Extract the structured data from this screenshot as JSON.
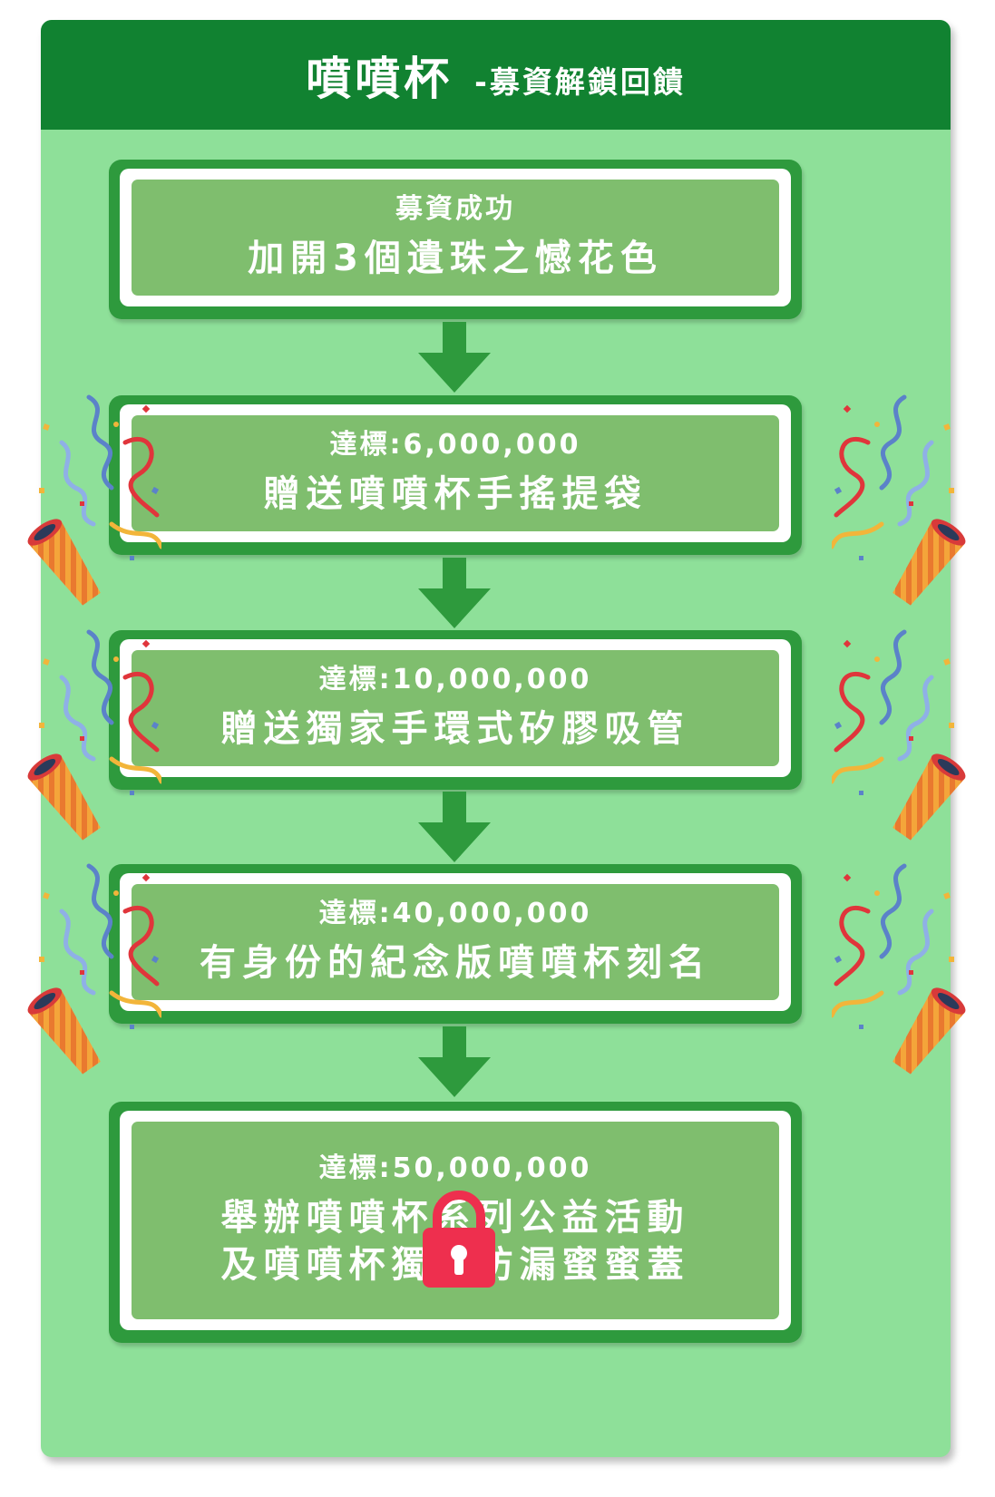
{
  "header": {
    "title": "噴噴杯",
    "subtitle": "-募資解鎖回饋"
  },
  "stages": [
    {
      "label": "募資成功",
      "reward": "加開3個遺珠之憾花色",
      "locked": false,
      "celebrated": false
    },
    {
      "label": "達標:6,000,000",
      "reward": "贈送噴噴杯手搖提袋",
      "locked": false,
      "celebrated": true
    },
    {
      "label": "達標:10,000,000",
      "reward": "贈送獨家手環式矽膠吸管",
      "locked": false,
      "celebrated": true
    },
    {
      "label": "達標:40,000,000",
      "reward": "有身份的紀念版噴噴杯刻名",
      "locked": false,
      "celebrated": true
    },
    {
      "label": "達標:50,000,000",
      "reward_lines": [
        "舉辦噴噴杯系列公益活動",
        "及噴噴杯獨家防漏蜜蜜蓋"
      ],
      "locked": true,
      "celebrated": false
    }
  ],
  "icons": {
    "arrow": "down-arrow-icon",
    "popper": "party-popper-icon",
    "lock": "padlock-icon"
  },
  "colors": {
    "header": "#118231",
    "background": "#8ee099",
    "stage_border": "#2e9a3d",
    "stage_face": "#7fbe6e",
    "lock": "#ee2f4e"
  }
}
